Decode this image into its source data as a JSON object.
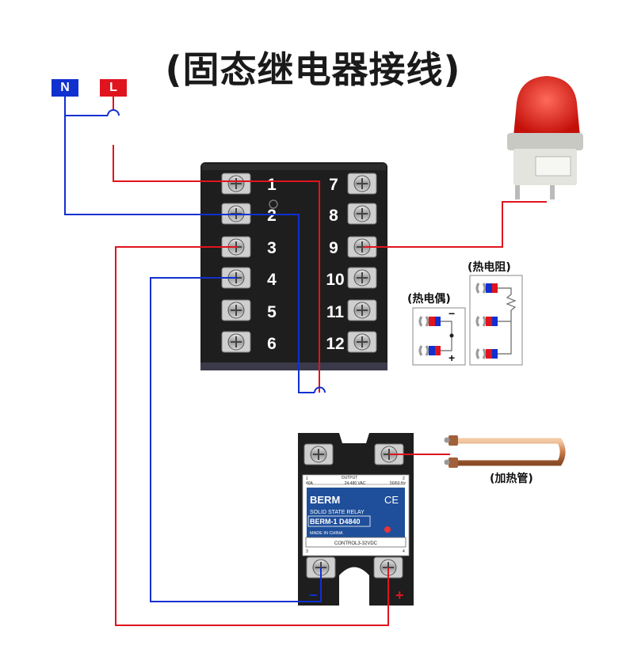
{
  "title": "(固态继电器接线)",
  "terminals": {
    "neutral": "N",
    "live": "L"
  },
  "controller": {
    "left_numbers": [
      "1",
      "2",
      "3",
      "4",
      "5",
      "6"
    ],
    "right_numbers": [
      "7",
      "8",
      "9",
      "10",
      "11",
      "12"
    ]
  },
  "sensors": {
    "thermocouple_label": "(热电偶)",
    "rtd_label": "(热电阻)",
    "thermocouple_minus": "−",
    "thermocouple_plus": "+"
  },
  "heater_label": "(加热管)",
  "relay": {
    "brand": "BERM",
    "ce_mark": "CE",
    "type_text": "SOLID  STATE  RELAY",
    "model": "BERM-1 D4840",
    "origin": "MADE IN CHINA",
    "output_label": "OUTPUT",
    "output_voltage": "24-480 VAC",
    "current": "40A",
    "frequency": "50/60 Hz",
    "control": "CONTROL3-32VDC",
    "term1": "1",
    "term2": "2",
    "term3": "3",
    "term4": "4"
  },
  "relay_polarity": {
    "minus": "−",
    "plus": "+"
  },
  "wire_colors": {
    "neutral": "#1030d0",
    "live": "#e0141e"
  }
}
